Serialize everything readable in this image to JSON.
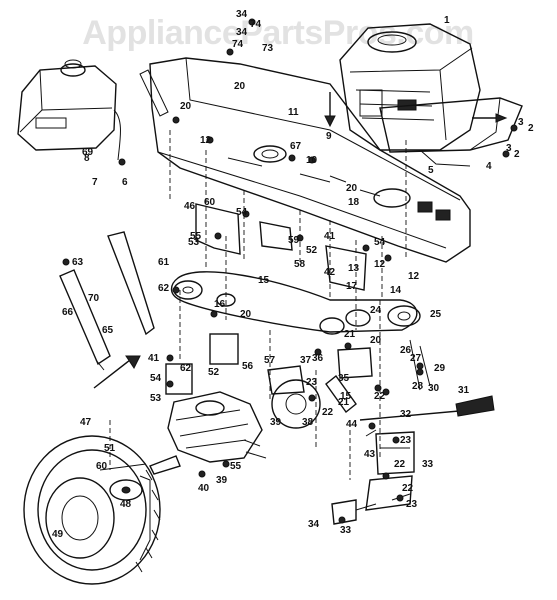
{
  "watermark": "AppliancePartsPros.com",
  "callouts": [
    "34",
    "74",
    "1",
    "34",
    "74",
    "73",
    "20",
    "12",
    "9",
    "10",
    "11",
    "20",
    "67",
    "3",
    "2",
    "3",
    "2",
    "4",
    "5",
    "6",
    "7",
    "8",
    "69",
    "20",
    "60",
    "46",
    "55",
    "53",
    "54",
    "59",
    "52",
    "58",
    "54",
    "12",
    "13",
    "12",
    "42",
    "14",
    "17",
    "15",
    "41",
    "18",
    "16",
    "20",
    "61",
    "62",
    "63",
    "70",
    "65",
    "66",
    "41",
    "54",
    "53",
    "62",
    "52",
    "56",
    "57",
    "23",
    "24",
    "25",
    "21",
    "20",
    "26",
    "27",
    "28",
    "30",
    "29",
    "36",
    "37",
    "35",
    "38",
    "39",
    "22",
    "22",
    "15",
    "21",
    "31",
    "32",
    "23",
    "44",
    "22",
    "33",
    "22",
    "23",
    "43",
    "47",
    "51",
    "60",
    "48",
    "49",
    "40",
    "39",
    "55",
    "34",
    "33"
  ]
}
